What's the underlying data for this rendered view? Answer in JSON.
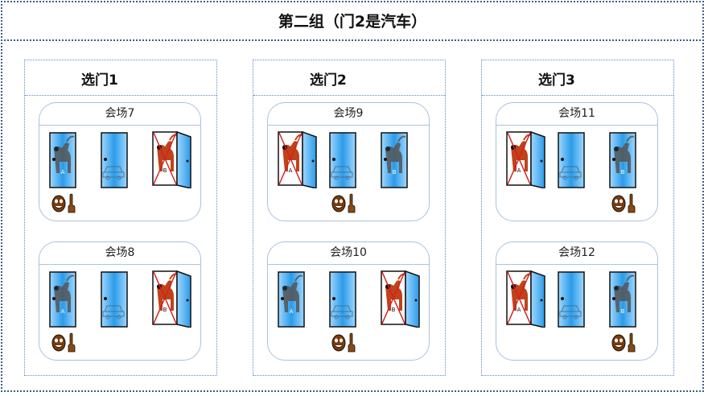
{
  "title": "第二组（门2是汽车）",
  "groups": [
    {
      "label": "选门1",
      "venues": [
        {
          "label": "会场7",
          "doors": [
            "goat",
            "car",
            "opened-goat"
          ],
          "labels": [
            "A",
            "",
            "B"
          ],
          "pick": 0
        },
        {
          "label": "会场8",
          "doors": [
            "goat",
            "car",
            "opened-goat"
          ],
          "labels": [
            "A",
            "",
            "B"
          ],
          "pick": 0
        }
      ]
    },
    {
      "label": "选门2",
      "venues": [
        {
          "label": "会场9",
          "doors": [
            "opened-goat",
            "car",
            "goat"
          ],
          "labels": [
            "A",
            "",
            "B"
          ],
          "pick": 1
        },
        {
          "label": "会场10",
          "doors": [
            "goat",
            "car",
            "opened-goat"
          ],
          "labels": [
            "A",
            "",
            "B"
          ],
          "pick": 1
        }
      ]
    },
    {
      "label": "选门3",
      "venues": [
        {
          "label": "会场11",
          "doors": [
            "opened-goat",
            "car",
            "goat"
          ],
          "labels": [
            "A",
            "",
            "B"
          ],
          "pick": 2
        },
        {
          "label": "会场12",
          "doors": [
            "opened-goat",
            "car",
            "goat"
          ],
          "labels": [
            "A",
            "",
            "B"
          ],
          "pick": 2
        }
      ]
    }
  ],
  "colors": {
    "door": "#2b9be8",
    "door_light": "#9fd7ff",
    "cross": "#d62020",
    "goat_opened": "#c0421a",
    "goat_closed": "#555555"
  }
}
